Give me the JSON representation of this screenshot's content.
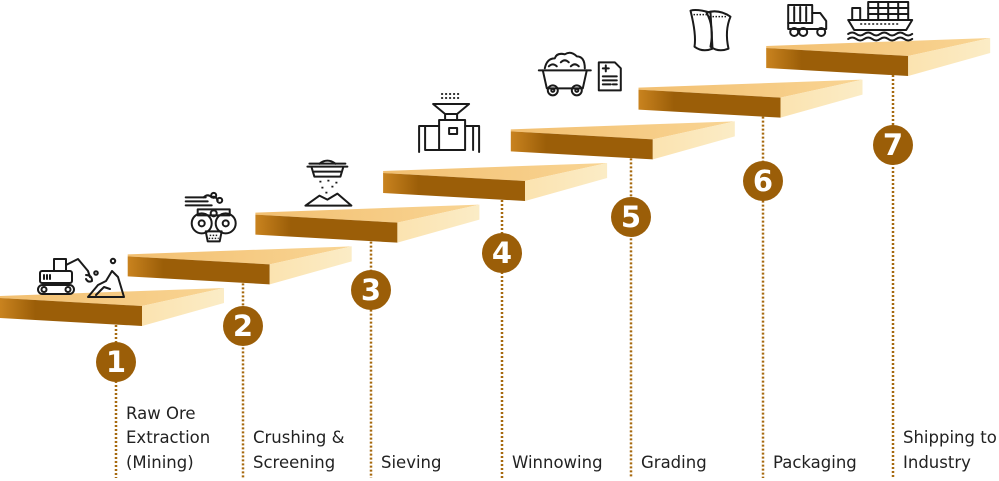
{
  "title": "Ore processing stages",
  "colors": {
    "top_face": "#f4c57a",
    "top_face_light": "#f9d89a",
    "front_face": "#9b5e08",
    "front_face_light": "#c9831f",
    "side_face": "#fbe8b9",
    "circle": "#9b5e08",
    "dotted_line": "#a6690e",
    "text": "#222222",
    "icon_stroke": "#1a1a1a"
  },
  "steps": [
    {
      "number": "1",
      "label_lines": [
        "Raw Ore",
        "Extraction",
        "(Mining)"
      ],
      "icons": [
        "excavator-icon",
        "ore-pile-icon"
      ]
    },
    {
      "number": "2",
      "label_lines": [
        "Crushing &",
        "Screening"
      ],
      "icons": [
        "crusher-icon"
      ]
    },
    {
      "number": "3",
      "label_lines": [
        "Sieving"
      ],
      "icons": [
        "sieve-icon"
      ]
    },
    {
      "number": "4",
      "label_lines": [
        "Winnowing"
      ],
      "icons": [
        "winnowing-machine-icon"
      ]
    },
    {
      "number": "5",
      "label_lines": [
        "Grading"
      ],
      "icons": [
        "mine-cart-icon",
        "document-icon"
      ]
    },
    {
      "number": "6",
      "label_lines": [
        "Packaging"
      ],
      "icons": [
        "bags-icon"
      ]
    },
    {
      "number": "7",
      "label_lines": [
        "Shipping to",
        "Industry"
      ],
      "icons": [
        "truck-icon",
        "cargo-ship-icon"
      ]
    }
  ]
}
